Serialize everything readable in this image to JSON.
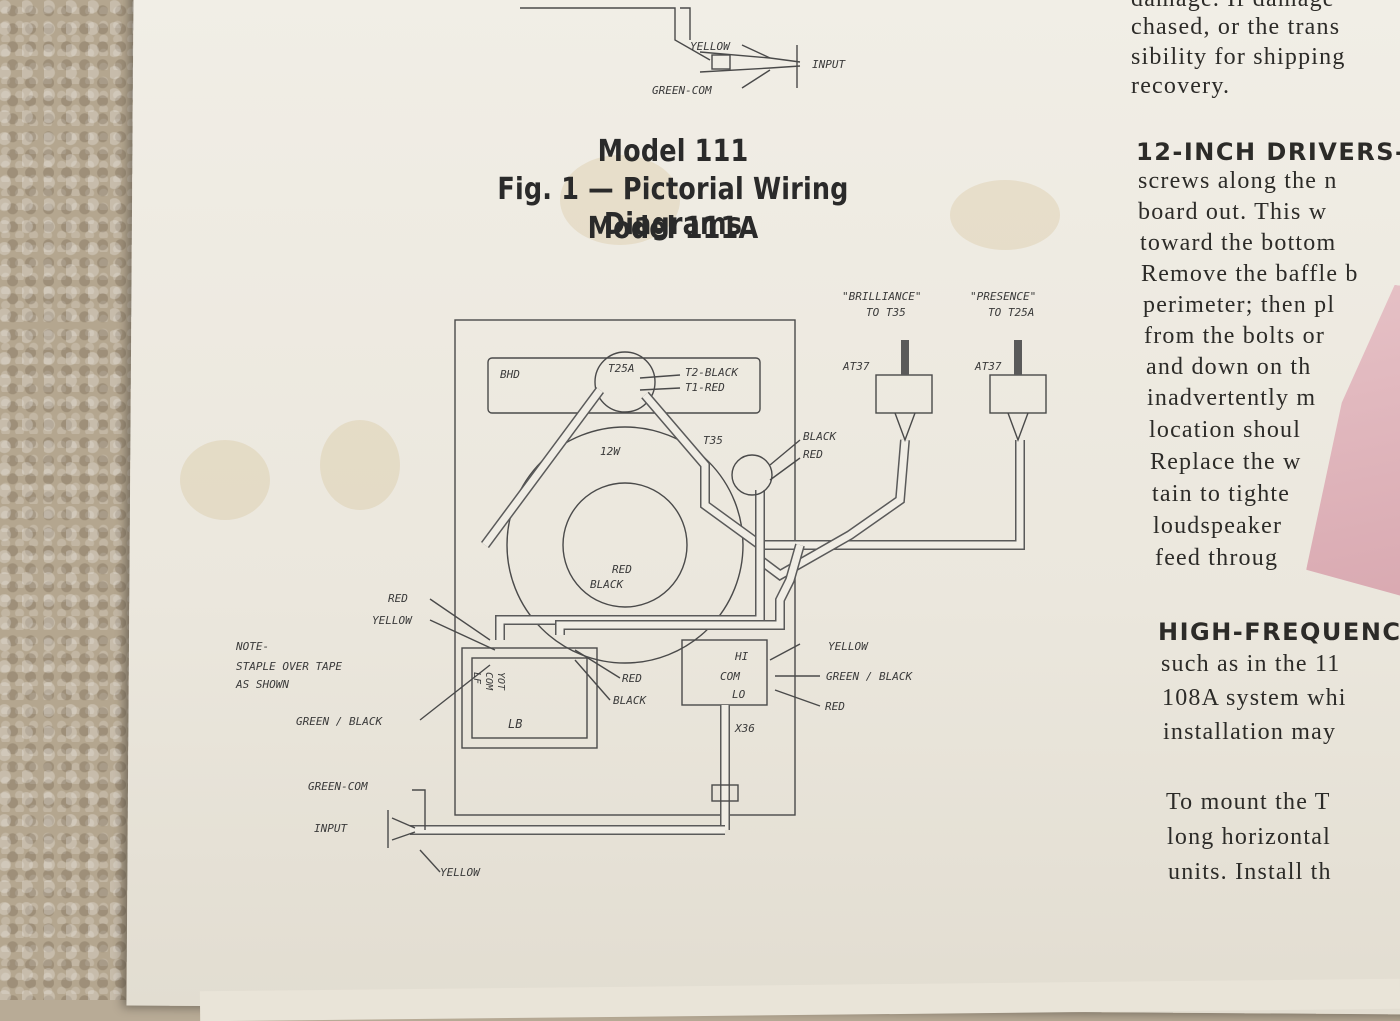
{
  "captions": {
    "line1": "Model 111",
    "line2": "Fig. 1 — Pictorial Wiring Diagrams",
    "line3": "Model 111A"
  },
  "top_diagram": {
    "yellow": "YELLOW",
    "input": "INPUT",
    "green_com": "GREEN-COM"
  },
  "diagram": {
    "brilliance": "\"BRILLIANCE\"",
    "to_t35": "TO T35",
    "presence": "\"PRESENCE\"",
    "to_t25a": "TO T25A",
    "at37_left": "AT37",
    "at37_right": "AT37",
    "bhd": "BHD",
    "t25a": "T25A",
    "t2_black": "T2-BLACK",
    "t1_red": "T1-RED",
    "t35": "T35",
    "black": "BLACK",
    "red_top": "RED",
    "12w": "12W",
    "red_center": "RED",
    "black_center": "BLACK",
    "red_left": "RED",
    "yellow_left": "YELLOW",
    "note": "NOTE-",
    "staple": "STAPLE OVER TAPE",
    "as_shown": "AS SHOWN",
    "green_black_left": "GREEN / BLACK",
    "red_mid": "RED",
    "black_mid": "BLACK",
    "hi": "HI",
    "com": "COM",
    "lo": "LO",
    "x36": "X36",
    "yellow_right": "YELLOW",
    "green_black_right": "GREEN / BLACK",
    "red_right": "RED",
    "lb": "LB",
    "dot": "YOT",
    "com_vert": "COM",
    "lf": "LF",
    "green_com": "GREEN-COM",
    "input": "INPUT",
    "yellow_bottom": "YELLOW"
  },
  "right_column": {
    "lines_top": [
      "damage.  If damage",
      "chased, or the trans",
      "sibility for shipping",
      "recovery."
    ],
    "heading1": "12-INCH DRIVERS-",
    "lines_mid": [
      "screws along the n",
      "board out.  This w",
      "toward the bottom",
      "Remove the baffle b",
      "perimeter; then pl",
      "from the bolts or",
      "and down on th",
      "inadvertently m",
      "location shoul",
      "Replace the w",
      "tain to tighte",
      "loudspeaker",
      "feed throug"
    ],
    "heading2": "HIGH-FREQUENC",
    "lines_low": [
      "such as in the 11",
      "108A system whi",
      "installation may"
    ],
    "lines_bottom": [
      "To mount the T",
      "long horizontal",
      "units.  Install th"
    ]
  }
}
